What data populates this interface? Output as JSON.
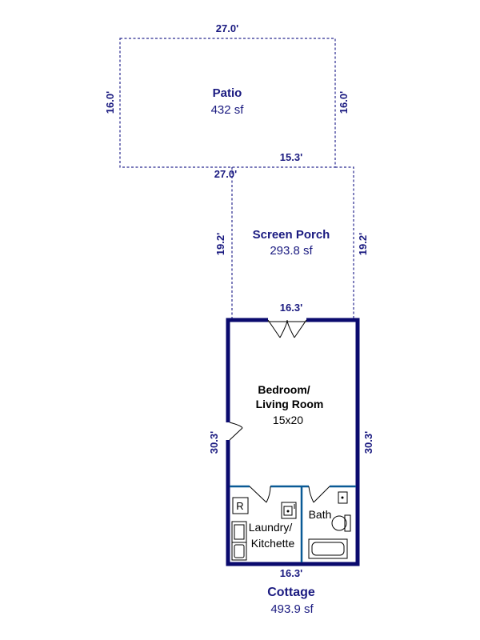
{
  "colors": {
    "wall": "#0a0a6e",
    "label": "#1a1a80",
    "interior_wall": "#0a5a96"
  },
  "patio": {
    "name": "Patio",
    "area": "432 sf",
    "top_dim": "27.0'",
    "left_dim": "16.0'",
    "right_dim": "16.0'",
    "bottom_dim": "27.0'"
  },
  "screen_porch": {
    "name": "Screen Porch",
    "area": "293.8 sf",
    "top_dim": "15.3'",
    "left_dim": "19.2'",
    "right_dim": "19.2'",
    "bottom_dim": "16.3'"
  },
  "bedroom": {
    "name_line1": "Bedroom/",
    "name_line2": "Living Room",
    "size": "15x20",
    "left_dim": "30.3'",
    "right_dim": "30.3'"
  },
  "laundry": {
    "name_line1": "Laundry/",
    "name_line2": "Kitchette",
    "fridge_letter": "R"
  },
  "bath": {
    "name": "Bath"
  },
  "cottage": {
    "name": "Cottage",
    "area": "493.9 sf",
    "bottom_dim": "16.3'"
  },
  "icons": [
    "door-swing-icon",
    "refrigerator-icon",
    "sink-icon",
    "stove-icon",
    "toilet-icon",
    "bathtub-icon"
  ]
}
